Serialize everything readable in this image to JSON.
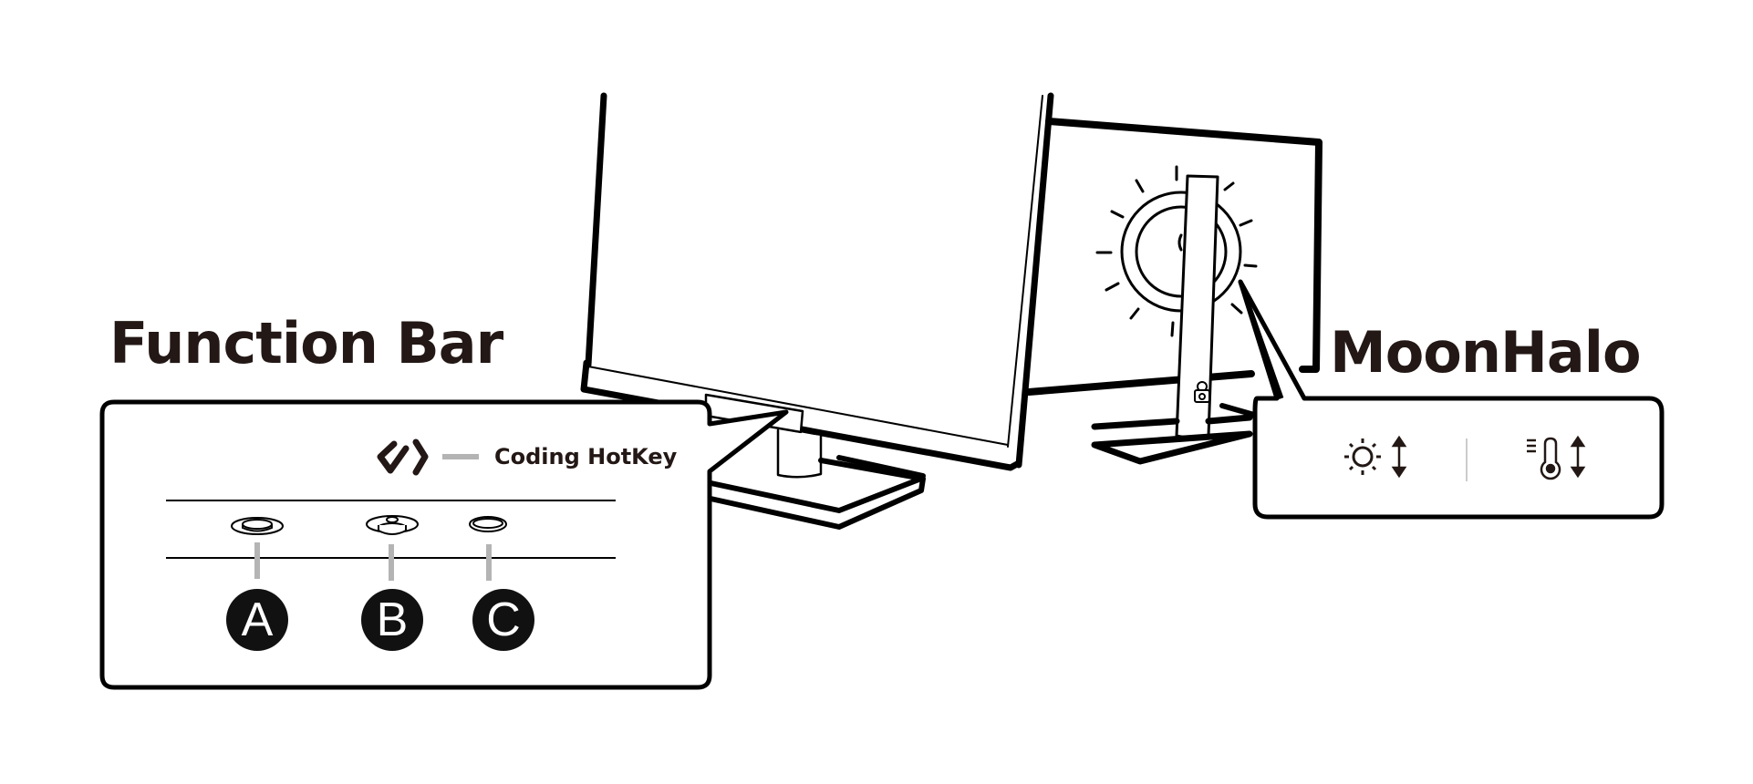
{
  "function_bar": {
    "title": "Function Bar",
    "legend": {
      "icon": "coding-hotkey-icon",
      "label": "Coding HotKey"
    },
    "buttons": [
      {
        "label": "A",
        "icon": "button-a-icon"
      },
      {
        "label": "B",
        "icon": "button-b-icon"
      },
      {
        "label": "C",
        "icon": "button-c-icon"
      }
    ]
  },
  "moonhalo": {
    "title": "MoonHalo",
    "controls": [
      {
        "icon": "brightness-icon",
        "adjust_icon": "up-down-arrow-icon"
      },
      {
        "icon": "color-temperature-icon",
        "adjust_icon": "up-down-arrow-icon"
      }
    ]
  },
  "colors": {
    "ink": "#231815",
    "line": "#000000",
    "connector_gray": "#b4b4b4",
    "background": "#ffffff"
  }
}
